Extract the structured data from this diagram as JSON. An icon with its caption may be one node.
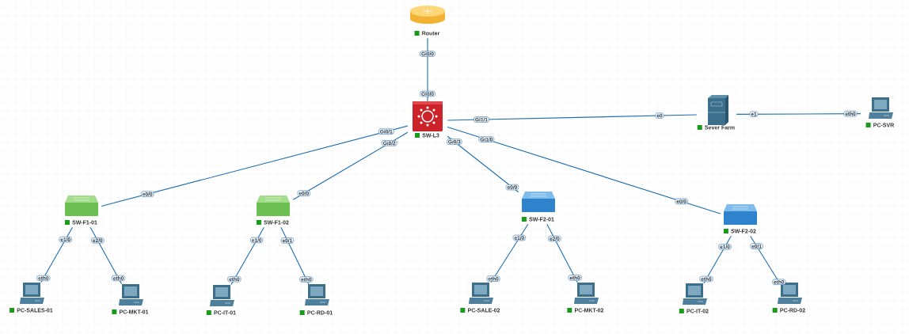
{
  "diagram": {
    "nodes": [
      {
        "text": [
          "Router"
        ]
      },
      {
        "text": [
          "SW-L3"
        ]
      },
      {
        "text": [
          "Sever Farm"
        ]
      },
      {
        "text": [
          "PC-SVR"
        ]
      },
      {
        "text": [
          "SW-F1-01"
        ]
      },
      {
        "text": [
          "SW-F1-02"
        ]
      },
      {
        "text": [
          "SW-F2-01"
        ]
      },
      {
        "text": [
          "SW-F2-02"
        ]
      },
      {
        "text": [
          "PC-SALES-01"
        ]
      },
      {
        "text": [
          "PC-MKT-01"
        ]
      },
      {
        "text": [
          "PC-IT-01"
        ]
      },
      {
        "text": [
          "PC-RD-01"
        ]
      },
      {
        "text": [
          "PC-SALE-02"
        ]
      },
      {
        "text": [
          "PC-MKT-02"
        ]
      },
      {
        "text": [
          "PC-IT-02"
        ]
      },
      {
        "text": [
          "PC-RD-02"
        ]
      }
    ],
    "edges": [
      {
        "from": 0,
        "to": 1,
        "arrow": "none"
      },
      {
        "from": 1,
        "to": 2,
        "arrow": "none"
      },
      {
        "from": 2,
        "to": 3,
        "arrow": "none"
      },
      {
        "from": 1,
        "to": 4,
        "arrow": "none"
      },
      {
        "from": 1,
        "to": 5,
        "arrow": "none"
      },
      {
        "from": 1,
        "to": 6,
        "arrow": "none"
      },
      {
        "from": 1,
        "to": 7,
        "arrow": "none"
      },
      {
        "from": 4,
        "to": 8,
        "arrow": "none"
      },
      {
        "from": 4,
        "to": 9,
        "arrow": "none"
      },
      {
        "from": 5,
        "to": 10,
        "arrow": "none"
      },
      {
        "from": 5,
        "to": 11,
        "arrow": "none"
      },
      {
        "from": 6,
        "to": 12,
        "arrow": "none"
      },
      {
        "from": 6,
        "to": 13,
        "arrow": "none"
      },
      {
        "from": 7,
        "to": 14,
        "arrow": "none"
      },
      {
        "from": 7,
        "to": 15,
        "arrow": "none"
      }
    ],
    "labels": [
      "Gi0/0",
      "Gi0/0",
      "Gi1/1",
      "e0",
      "e1",
      "eth0",
      "Gi0/1",
      "e0/0",
      "Gi0/2",
      "e0/0",
      "Gi0/3",
      "e0/0",
      "Gi1/0",
      "e0/0",
      "e1/0",
      "eth0",
      "e2/0",
      "eth0",
      "e1/0",
      "eth0",
      "e0/1",
      "eth0",
      "e1/0",
      "eth0",
      "e2/0",
      "eth0",
      "e1/0",
      "eth0",
      "e0/1",
      "eth0"
    ]
  }
}
